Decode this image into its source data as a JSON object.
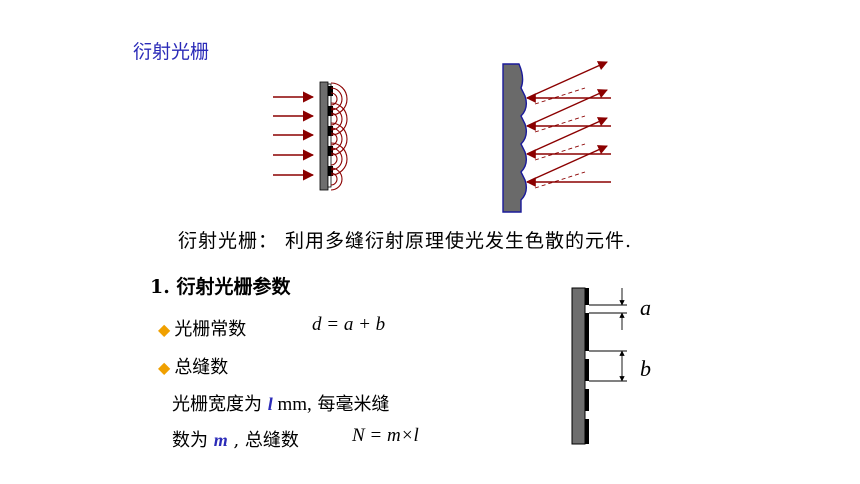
{
  "slide": {
    "title": "衍射光栅",
    "definition": "衍射光栅： 利用多缝衍射原理使光发生色散的元件.",
    "section_heading": "1. 衍射光栅参数",
    "bullet_symbol": "◆",
    "item1_label": "光栅常数",
    "item1_formula": "d = a + b",
    "item2_label": "总缝数",
    "line1_prefix": "光栅宽度为 ",
    "line1_var": "l",
    "line1_unit": " mm,",
    "line1_suffix": "  每毫米缝",
    "line2_prefix": "数为 ",
    "line2_var": "m",
    "line2_suffix": " , 总缝数",
    "line2_formula": "N = m×l",
    "label_a": "a",
    "label_b": "b"
  },
  "colors": {
    "title": "#2b2bb8",
    "highlight": "#2b2bb8",
    "arrow": "#8b0000",
    "bullet": "#f0a000",
    "grating": "#6e6e6e",
    "reflection_grating": "#6a6a6a",
    "reflection_outline": "#1a1a9a"
  }
}
